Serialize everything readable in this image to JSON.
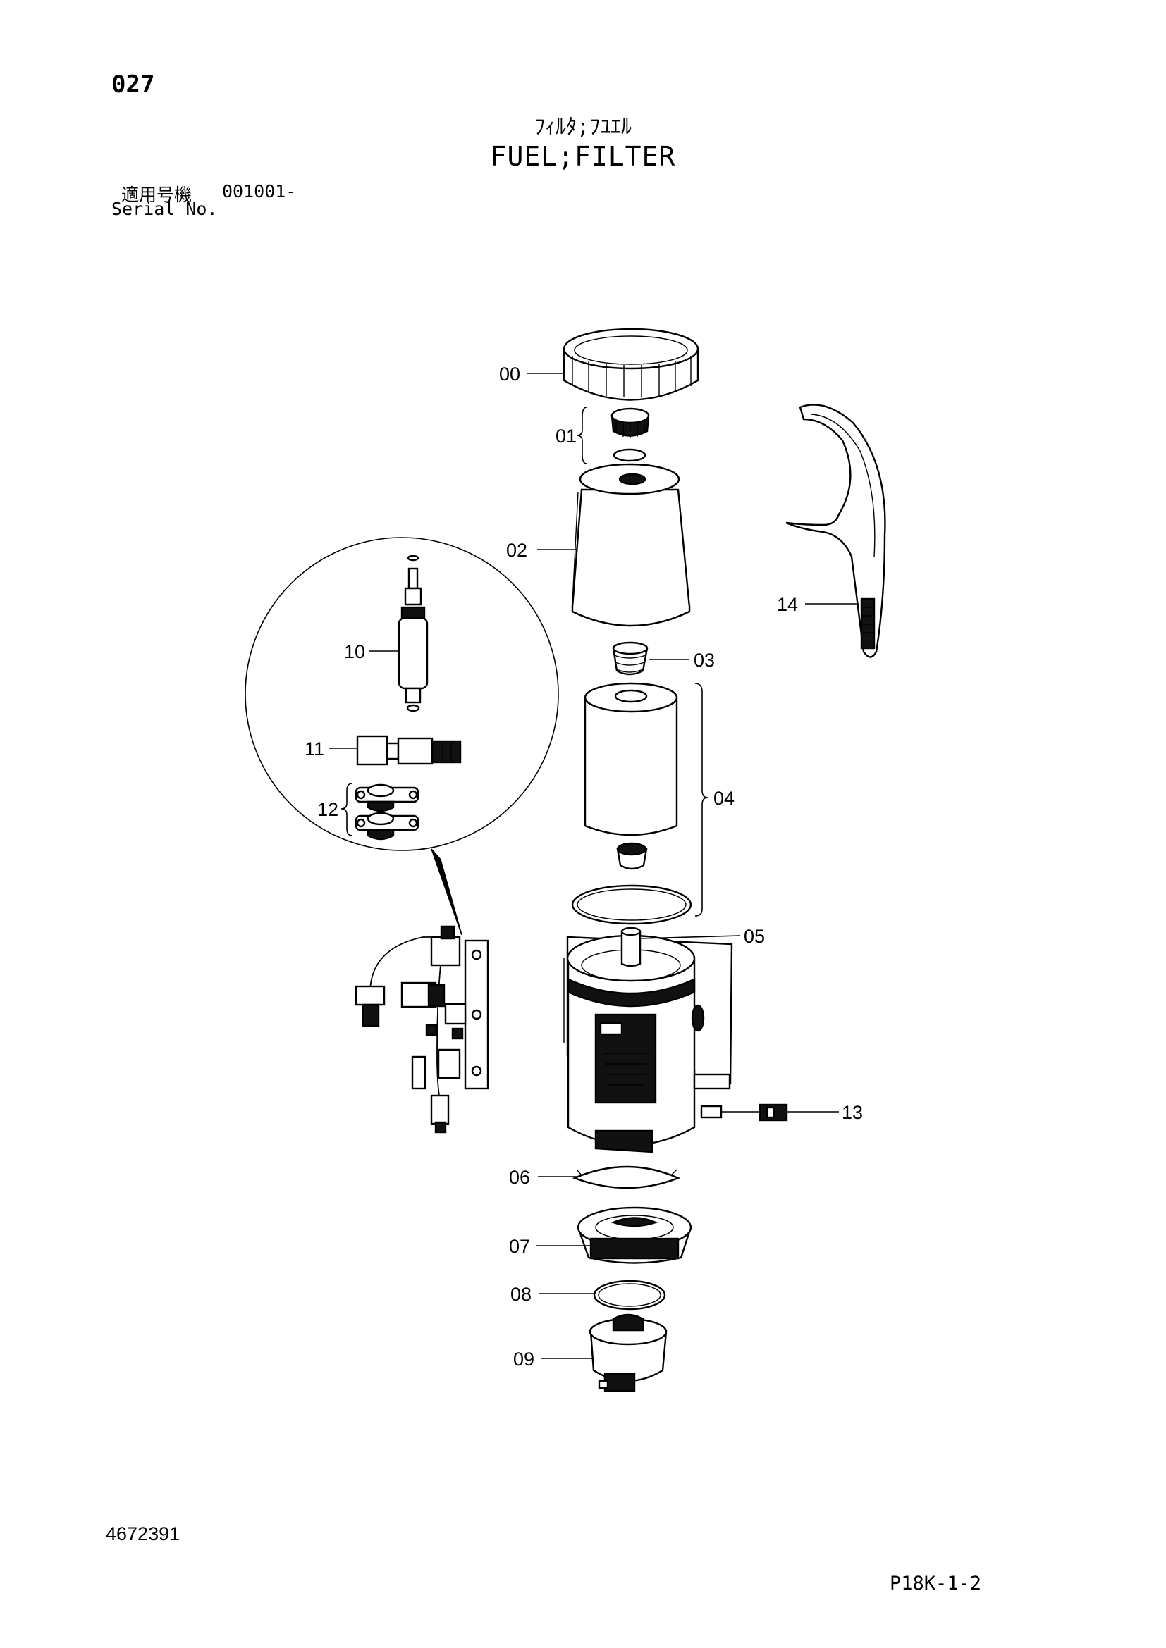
{
  "header": {
    "page_number": "027",
    "title_jp": "ﾌｨﾙﾀ;ﾌﾕｴﾙ",
    "title_en": "FUEL;FILTER",
    "serial_label_jp": "適用号機",
    "serial_range": "001001-",
    "serial_label_en": "Serial No."
  },
  "parts": {
    "p00": "00",
    "p01": "01",
    "p02": "02",
    "p03": "03",
    "p04": "04",
    "p05": "05",
    "p06": "06",
    "p07": "07",
    "p08": "08",
    "p09": "09",
    "p10": "10",
    "p11": "11",
    "p12": "12",
    "p13": "13",
    "p14": "14"
  },
  "footer": {
    "document_number": "4672391",
    "sheet_code": "P18K-1-2"
  }
}
